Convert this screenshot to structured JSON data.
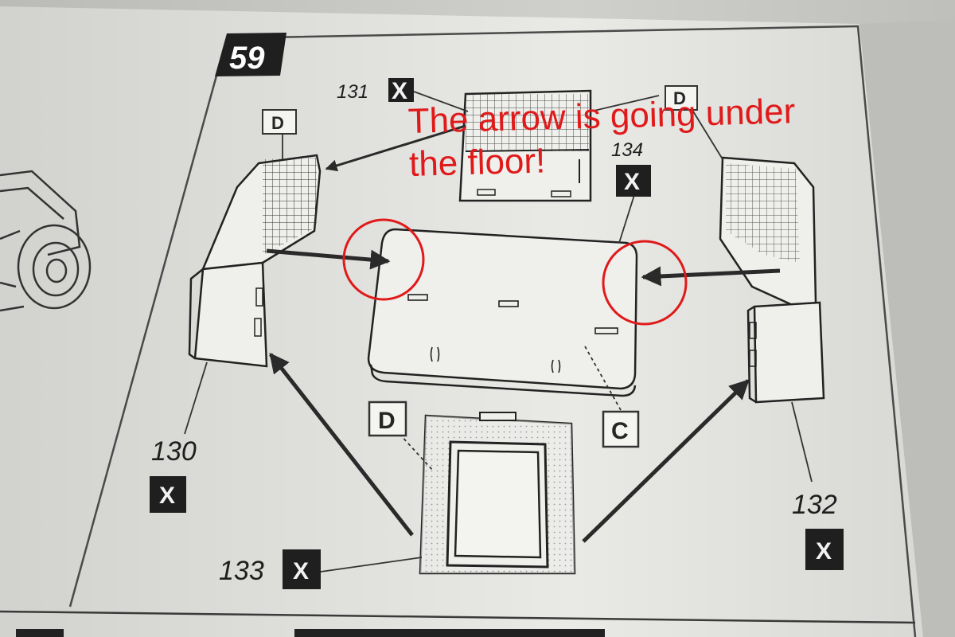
{
  "step": {
    "number": "59"
  },
  "parts": [
    {
      "id": "part-130",
      "number": "130",
      "sprue": "X"
    },
    {
      "id": "part-131",
      "number": "131",
      "sprue": "X"
    },
    {
      "id": "part-132",
      "number": "132",
      "sprue": "X"
    },
    {
      "id": "part-133",
      "number": "133",
      "sprue": "X"
    },
    {
      "id": "part-134",
      "number": "134",
      "sprue": "X"
    }
  ],
  "sprue_refs": {
    "left_wall": "D",
    "back_wall": "D",
    "door": "D",
    "floor": "C"
  },
  "annotation": {
    "line1": "The arrow is going under",
    "line2": "the floor!",
    "color": "#e01a1a"
  },
  "colors": {
    "paper": "#e9e9e6",
    "ink": "#1e1e1e",
    "marker": "#e01a1a"
  }
}
